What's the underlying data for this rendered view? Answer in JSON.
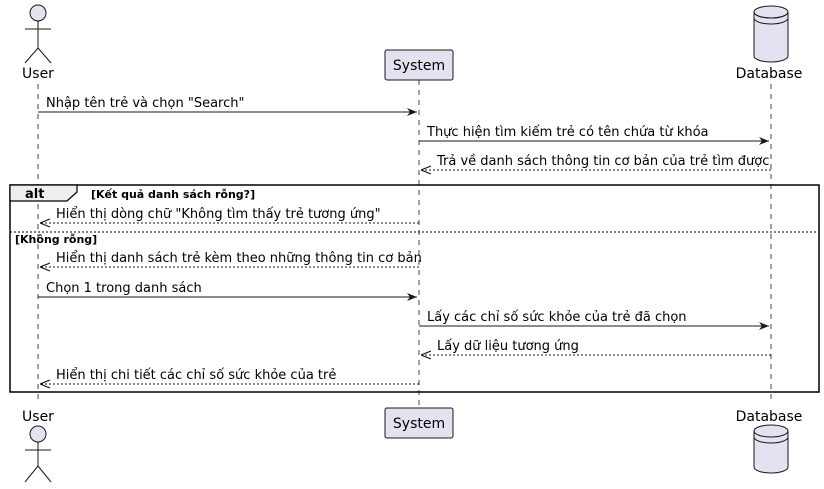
{
  "colors": {
    "participant_fill": "#E2E2F0",
    "participant_stroke": "#181818",
    "lifeline": "#181818",
    "background": "#FFFFFF"
  },
  "participants": {
    "user": {
      "label": "User",
      "shape": "actor"
    },
    "system": {
      "label": "System",
      "shape": "box"
    },
    "database": {
      "label": "Database",
      "shape": "database"
    }
  },
  "messages": [
    {
      "from": "user",
      "to": "system",
      "style": "solid",
      "text": "Nhập tên trẻ và chọn \"Search\""
    },
    {
      "from": "system",
      "to": "database",
      "style": "solid",
      "text": "Thực hiện tìm kiếm trẻ có tên chứa từ khóa"
    },
    {
      "from": "database",
      "to": "system",
      "style": "dashed",
      "text": "Trả về danh sách thông tin cơ bản của trẻ tìm được"
    },
    {
      "from": "system",
      "to": "user",
      "style": "dashed",
      "text": "Hiển thị dòng chữ \"Không tìm thấy trẻ tương ứng\""
    },
    {
      "from": "system",
      "to": "user",
      "style": "dashed",
      "text": "Hiển thị danh sách trẻ kèm theo những thông tin cơ bản"
    },
    {
      "from": "user",
      "to": "system",
      "style": "solid",
      "text": "Chọn 1 trong danh sách"
    },
    {
      "from": "system",
      "to": "database",
      "style": "solid",
      "text": "Lấy các chỉ số sức khỏe của trẻ đã chọn"
    },
    {
      "from": "database",
      "to": "system",
      "style": "dashed",
      "text": "Lấy dữ liệu tương ứng"
    },
    {
      "from": "system",
      "to": "user",
      "style": "dashed",
      "text": "Hiển thị chi tiết các chỉ số sức khỏe của trẻ"
    }
  ],
  "fragment": {
    "keyword": "alt",
    "guard": "[Kết quả danh sách rỗng?]",
    "else_guard": "[Không rỗng]"
  }
}
